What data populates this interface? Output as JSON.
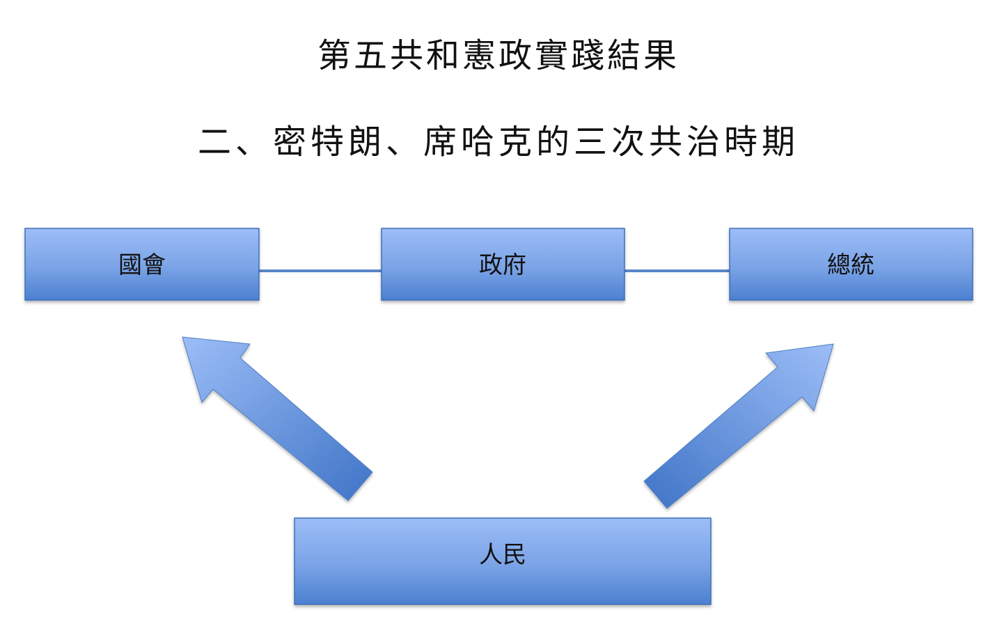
{
  "title": "第五共和憲政實踐結果",
  "subtitle": "二、密特朗、席哈克的三次共治時期",
  "nodes": {
    "parliament": "國會",
    "government": "政府",
    "president": "總統",
    "people": "人民"
  },
  "colors": {
    "box_top": "#9bbcf6",
    "box_bottom": "#4a7fcf",
    "box_border": "#3f6fb8",
    "connector": "#4f7fc6"
  }
}
